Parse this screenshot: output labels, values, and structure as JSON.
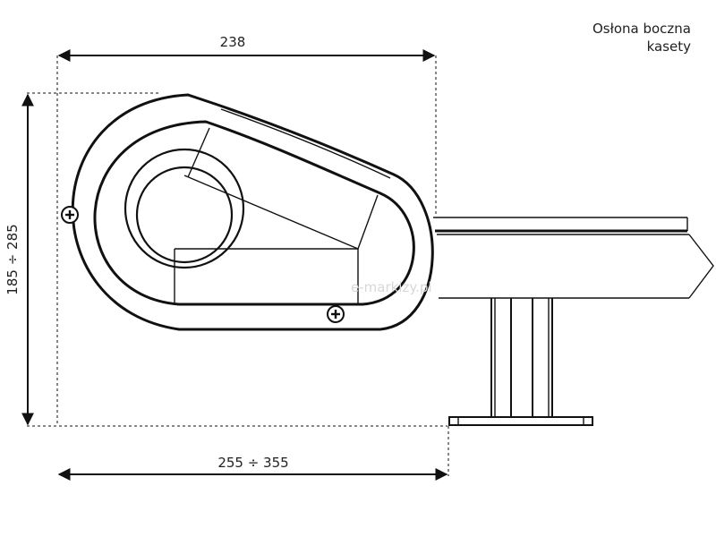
{
  "caption": {
    "line1": "Osłona boczna",
    "line2": "kasety"
  },
  "dimensions": {
    "top_width": "238",
    "bottom_width": "255 ÷ 355",
    "height": "185 ÷ 285"
  },
  "watermark": "e-markizy.pl"
}
